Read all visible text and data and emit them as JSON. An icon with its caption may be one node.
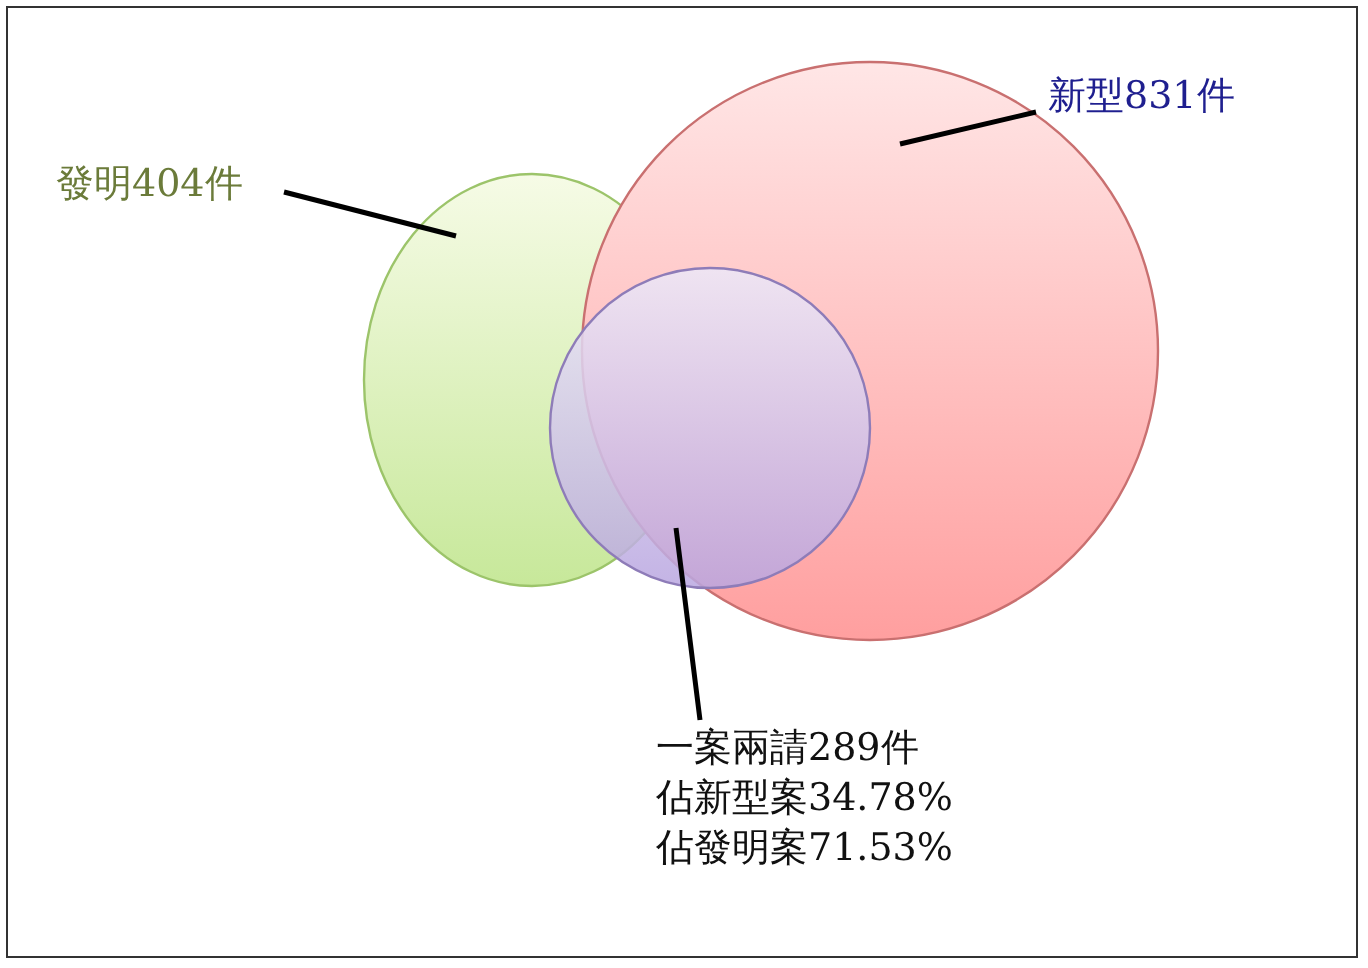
{
  "diagram": {
    "nodes": [
      {
        "text": [
          "發明404件"
        ]
      },
      {
        "text": [],
        "shape": "ellipse"
      },
      {
        "text": [
          "新型831件"
        ]
      },
      {
        "text": [],
        "shape": "ellipse"
      },
      {
        "text": [],
        "shape": "circle"
      },
      {
        "text": [
          "一案兩請289件",
          "佔新型案34.78%",
          "佔發明案71.53%"
        ]
      }
    ],
    "edges": [
      {
        "from": 0,
        "to": 1,
        "arrow": "none"
      },
      {
        "from": 2,
        "to": 3,
        "arrow": "none"
      },
      {
        "from": 5,
        "to": 4,
        "arrow": "none"
      }
    ]
  }
}
